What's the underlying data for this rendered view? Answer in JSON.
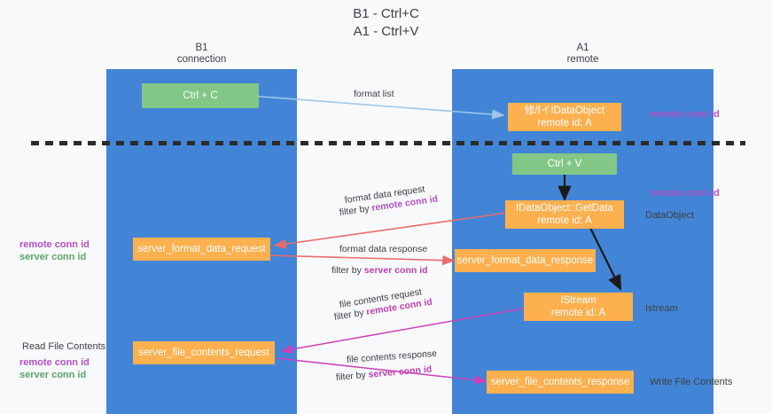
{
  "title": {
    "line1": "B1 - Ctrl+C",
    "line2": "A1 - Ctrl+V"
  },
  "lanes": [
    {
      "id": "b1",
      "name": "B1",
      "role": "connection"
    },
    {
      "id": "a1",
      "name": "A1",
      "role": "remote"
    }
  ],
  "colors": {
    "lane": "#4285d6",
    "green_box": "#82c785",
    "orange_box": "#fcb04e",
    "remote_conn_id": "#b14fc5",
    "server_conn_id": "#5aa469",
    "arrow_blue": "#9fc6ea",
    "arrow_red": "#ea6b6b",
    "arrow_magenta": "#cc3fb8",
    "arrow_black": "#1a1a1a",
    "divider": "#2b2b2b"
  },
  "boxes": {
    "ctrl_c": {
      "label": "Ctrl + C"
    },
    "idataobject_remote": {
      "line1": "修/fイIDataObject",
      "line2": "remote id: A"
    },
    "ctrl_v": {
      "label": "Ctrl + V"
    },
    "getdata": {
      "line1": "IDataObject::GetData",
      "line2": "remote id: A"
    },
    "server_format_data_request": {
      "label": "server_format_data_request"
    },
    "server_format_data_response": {
      "label": "server_format_data_response"
    },
    "istream": {
      "line1": "IStream",
      "line2": "remote id: A"
    },
    "server_file_contents_request": {
      "label": "server_file_contents_request"
    },
    "server_file_contents_response": {
      "label": "server_file_contents_response"
    }
  },
  "arrow_labels": {
    "format_list": "format list",
    "format_data_request": "format data request",
    "format_data_request_filter_prefix": "filter by ",
    "format_data_request_filter_key": "remote conn id",
    "format_data_response": "format data response",
    "format_data_response_filter_prefix": "filter by ",
    "format_data_response_filter_key": "server conn id",
    "file_contents_request": "file contents request",
    "file_contents_request_filter_prefix": "filter by ",
    "file_contents_request_filter_key": "remote conn id",
    "file_contents_response": "file contents response",
    "file_contents_response_filter_prefix": "filter by ",
    "file_contents_response_filter_key": "server conn id"
  },
  "annotations": {
    "right_top_remote_conn_id": "remote conn id",
    "right_mid_remote_conn_id": "remote conn id",
    "right_dataobject": "DataObject",
    "right_istream": "Istream",
    "right_write_file_contents": "Write File Contents",
    "left_remote_conn_id_1": "remote conn id",
    "left_server_conn_id_1": "server conn id",
    "left_read_file_contents": "Read File Contents",
    "left_remote_conn_id_2": "remote conn id",
    "left_server_conn_id_2": "server conn id"
  }
}
